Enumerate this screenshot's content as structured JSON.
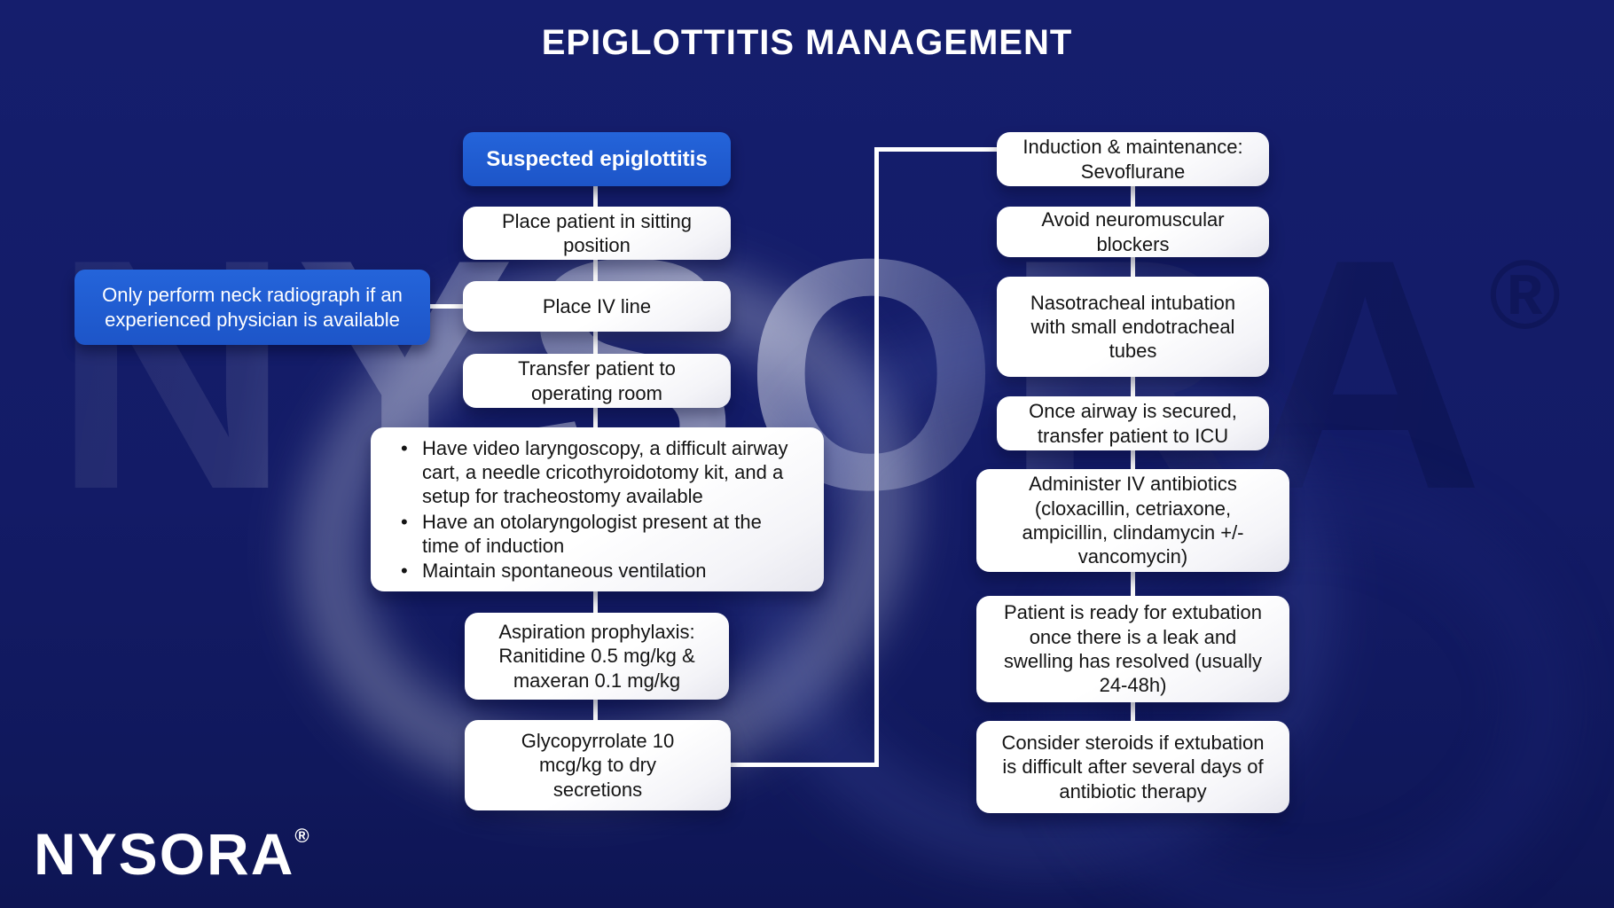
{
  "title": "EPIGLOTTITIS MANAGEMENT",
  "colors": {
    "background": "#131b66",
    "accent_blue": "#1e5bd2",
    "box_white": "#ffffff",
    "box_text": "#141414",
    "connector": "#ffffff",
    "title_text": "#ffffff"
  },
  "brand": {
    "logo_text": "NYSORA",
    "registered_mark": "®"
  },
  "watermark": {
    "text": "NYSORA",
    "registered_mark": "®"
  },
  "flowchart": {
    "left_column": [
      {
        "id": "suspected",
        "label": "Suspected epiglottitis",
        "style": "blue"
      },
      {
        "id": "sitting",
        "label": "Place patient in sitting position",
        "style": "white"
      },
      {
        "id": "iv-line",
        "label": "Place IV line",
        "style": "white"
      },
      {
        "id": "transfer",
        "label": "Transfer patient to operating room",
        "style": "white"
      },
      {
        "id": "preparation",
        "style": "white-bullets",
        "items": [
          "Have video laryngoscopy, a difficult airway cart, a needle cricothyroidotomy kit, and a setup for tracheostomy available",
          "Have an otolaryngologist present at the time of induction",
          "Maintain spontaneous ventilation"
        ]
      },
      {
        "id": "aspiration",
        "label": "Aspiration prophylaxis: Ranitidine 0.5 mg/kg & maxeran 0.1 mg/kg",
        "style": "white"
      },
      {
        "id": "glycopyrrolate",
        "label": "Glycopyrrolate 10 mcg/kg to dry secretions",
        "style": "white"
      }
    ],
    "callout": {
      "id": "neck-radiograph",
      "label": "Only perform neck radiograph if an experienced physician is available",
      "style": "blue"
    },
    "right_column": [
      {
        "id": "induction",
        "label": "Induction & maintenance: Sevoflurane",
        "style": "white"
      },
      {
        "id": "nm-blockers",
        "label": "Avoid neuromuscular blockers",
        "style": "white"
      },
      {
        "id": "nasotracheal",
        "label": "Nasotracheal intubation with small endotracheal tubes",
        "style": "white"
      },
      {
        "id": "icu",
        "label": "Once airway is secured, transfer patient to ICU",
        "style": "white"
      },
      {
        "id": "antibiotics",
        "label": "Administer IV antibiotics (cloxacillin, cetriaxone, ampicillin, clindamycin +/- vancomycin)",
        "style": "white"
      },
      {
        "id": "extubation",
        "label": "Patient is ready for extubation once there is a leak and swelling has resolved (usually 24-48h)",
        "style": "white"
      },
      {
        "id": "steroids",
        "label": "Consider steroids if extubation is difficult after several days of antibiotic therapy",
        "style": "white"
      }
    ]
  }
}
